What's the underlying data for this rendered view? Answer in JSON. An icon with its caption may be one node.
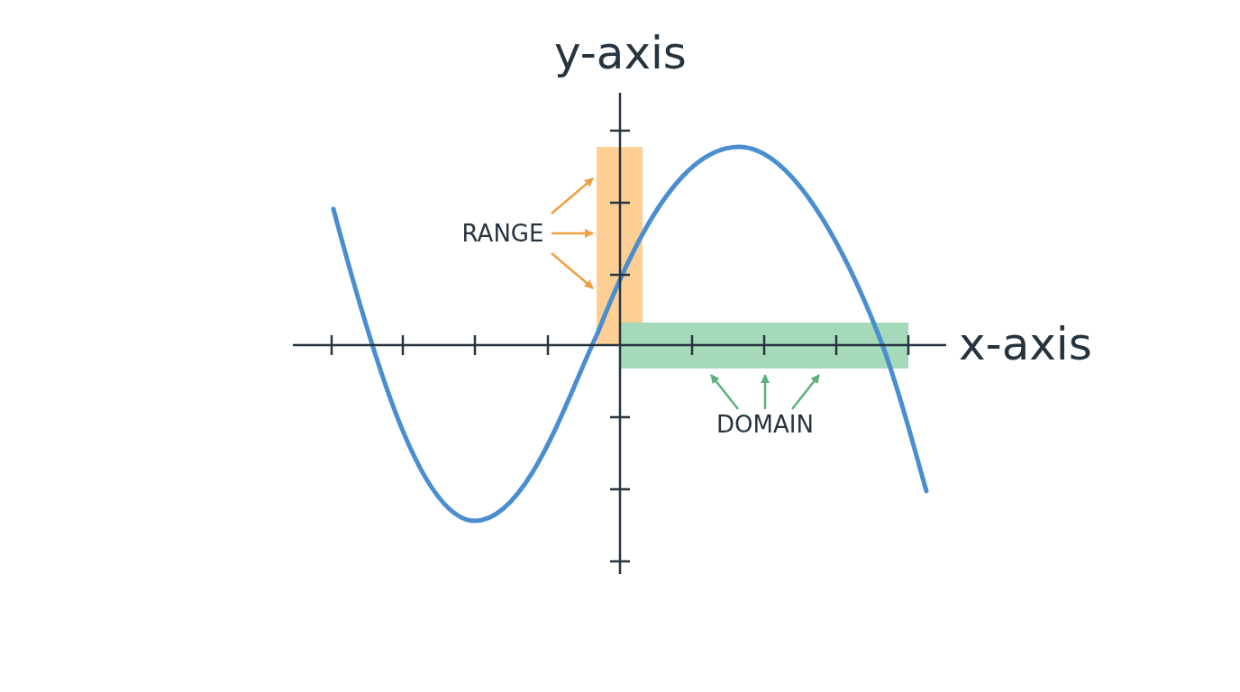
{
  "diagram": {
    "nodes": [
      {
        "text": [
          "RANGE"
        ]
      },
      {
        "text": [],
        "shape": "bar"
      },
      {
        "text": [
          "DOMAIN"
        ]
      },
      {
        "text": [],
        "shape": "bar"
      }
    ],
    "edges": [
      {
        "from": 0,
        "to": 1,
        "arrow": "to",
        "color": "#f0a040"
      },
      {
        "from": 0,
        "to": 1,
        "arrow": "to",
        "color": "#f0a040"
      },
      {
        "from": 0,
        "to": 1,
        "arrow": "to",
        "color": "#f0a040"
      },
      {
        "from": 2,
        "to": 3,
        "arrow": "to",
        "color": "#5bb07d"
      },
      {
        "from": 2,
        "to": 3,
        "arrow": "to",
        "color": "#5bb07d"
      },
      {
        "from": 2,
        "to": 3,
        "arrow": "to",
        "color": "#5bb07d"
      }
    ],
    "labels": [
      "y-axis",
      "x-axis"
    ]
  }
}
